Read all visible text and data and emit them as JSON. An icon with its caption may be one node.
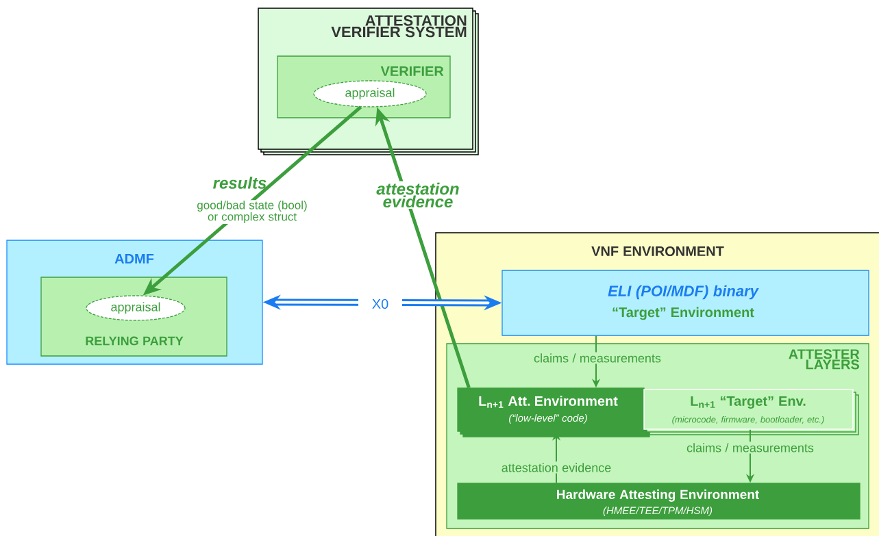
{
  "diagram": {
    "nodes": [
      {
        "text": [
          "ATTESTATION VERIFIER SYSTEM"
        ]
      },
      {
        "text": [
          "VERIFIER"
        ],
        "in": 0
      },
      {
        "text": [
          "appraisal"
        ],
        "in": 1
      },
      {
        "text": [
          "ADMF"
        ]
      },
      {
        "text": [
          "RELYING PARTY"
        ],
        "in": 3
      },
      {
        "text": [
          "appraisal"
        ],
        "in": 4
      },
      {
        "text": [
          "VNF ENVIRONMENT"
        ]
      },
      {
        "text": [
          "ELI (POI/MDF) binary",
          "“Target” Environment"
        ],
        "in": 6
      },
      {
        "text": [
          "ATTESTER LAYERS"
        ],
        "in": 6
      },
      {
        "text": [
          "L$_{n+1}$ Att. Environment",
          "(“low-level” code)"
        ],
        "in": 8
      },
      {
        "text": [
          "L$_{n+1}$ “Target” Env.",
          "(microcode, firmware, bootloader, etc.)"
        ],
        "in": 8
      },
      {
        "text": [
          "Hardware Attesting Environment",
          "(HMEE/TEE/TPM/HSM)"
        ],
        "in": 8
      }
    ],
    "edges": [
      {
        "from": 2,
        "to": 5,
        "arrow": "to",
        "label": "results",
        "style": "thick"
      },
      {
        "from": 9,
        "to": 2,
        "arrow": "to",
        "label": "attestation evidence",
        "style": "thick"
      },
      {
        "from": 3,
        "to": 7,
        "arrow": "both",
        "label": "X0",
        "style": "thick",
        "color": "#1a7cf0"
      },
      {
        "from": 7,
        "to": 9,
        "arrow": "to",
        "label": "claims / measurements"
      },
      {
        "from": 10,
        "to": 11,
        "arrow": "to",
        "label": "claims / measurements"
      },
      {
        "from": 11,
        "to": 9,
        "arrow": "to",
        "label": "attestation evidence"
      }
    ],
    "labels": [
      "good/bad state (bool) or complex struct"
    ]
  }
}
